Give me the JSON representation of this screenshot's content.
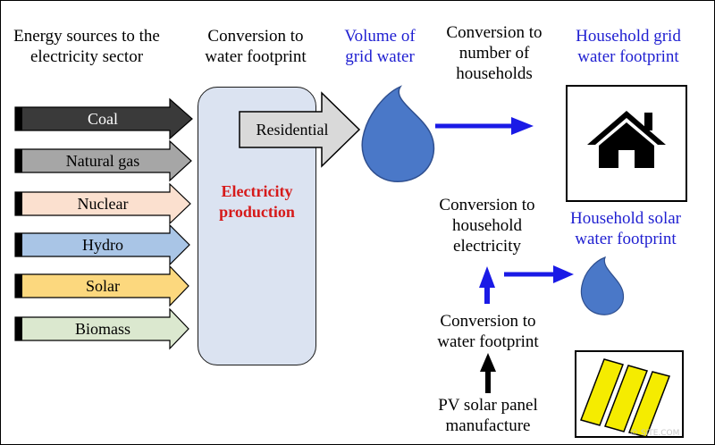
{
  "headers": {
    "energy_sources": [
      "Energy sources to the",
      "electricity sector"
    ],
    "conversion_water": [
      "Conversion to",
      "water footprint"
    ],
    "volume_grid": [
      "Volume of",
      "grid water"
    ],
    "conversion_households": [
      "Conversion to",
      "number of",
      "households"
    ],
    "household_grid": [
      "Household grid",
      "water footprint"
    ]
  },
  "sources": [
    {
      "label": "Coal",
      "color": "#3a3a3a",
      "text_color": "#ffffff"
    },
    {
      "label": "Natural gas",
      "color": "#a6a6a6",
      "text_color": "#000000"
    },
    {
      "label": "Nuclear",
      "color": "#fbe0cf",
      "text_color": "#000000"
    },
    {
      "label": "Hydro",
      "color": "#a9c5e6",
      "text_color": "#000000"
    },
    {
      "label": "Solar",
      "color": "#fcd87e",
      "text_color": "#000000"
    },
    {
      "label": "Biomass",
      "color": "#dbe8cf",
      "text_color": "#000000"
    }
  ],
  "production": [
    "Electricity",
    "production"
  ],
  "residential": "Residential",
  "household_electricity": [
    "Conversion to",
    "household",
    "electricity"
  ],
  "household_solar": [
    "Household solar",
    "water footprint"
  ],
  "solar_water": [
    "Conversion to",
    "water footprint"
  ],
  "pv": [
    "PV solar panel",
    "manufacture"
  ],
  "watermark": "© SITE.COM",
  "colors": {
    "blue_arrow": "#1a1ae6",
    "drop": "#4a78c8",
    "production_fill": "#dbe3f1",
    "panel": "#f5ec00"
  },
  "icons": {
    "house": "house-icon",
    "solar_panel": "solar-panel-icon",
    "drop": "water-drop-icon"
  }
}
